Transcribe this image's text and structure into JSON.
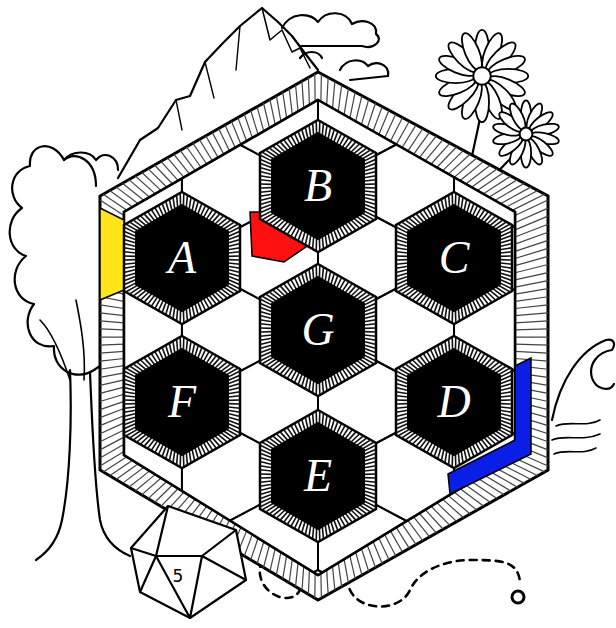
{
  "diagram": {
    "nodes": [
      {
        "text": [
          "B"
        ]
      },
      {
        "text": [
          "A"
        ]
      },
      {
        "text": [
          "C"
        ]
      },
      {
        "text": [
          "G"
        ]
      },
      {
        "text": [
          "F"
        ]
      },
      {
        "text": [
          "D"
        ]
      },
      {
        "text": [
          "E"
        ]
      },
      {
        "text": [
          "5"
        ]
      }
    ]
  }
}
